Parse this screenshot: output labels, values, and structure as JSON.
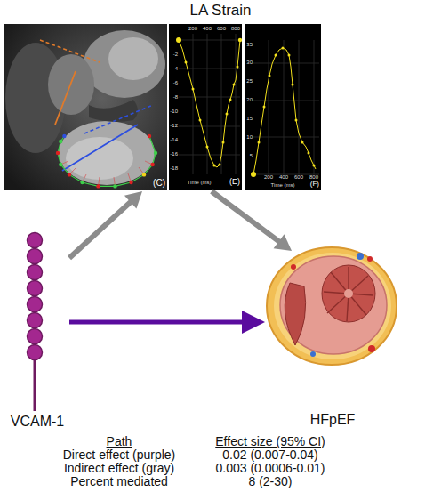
{
  "diagram": {
    "nodes": [
      {
        "text": [
          "LA Strain"
        ]
      },
      {
        "text": [
          "VCAM-1"
        ]
      },
      {
        "text": [
          "HFpEF"
        ]
      }
    ],
    "edges": [
      {
        "from": 1,
        "to": 0,
        "arrow": "to"
      },
      {
        "from": 0,
        "to": 2,
        "arrow": "to"
      },
      {
        "from": 1,
        "to": 2,
        "arrow": "to"
      }
    ],
    "labels": [
      "(C)",
      "200",
      "400",
      "600",
      "800",
      "Time (ms)",
      "-2",
      "-4",
      "-6",
      "-8",
      "-10",
      "-12",
      "-14",
      "-16",
      "-18",
      "(E)",
      "200",
      "400",
      "600",
      "800",
      "Time (ms)",
      "5",
      "10",
      "15",
      "20",
      "25",
      "30",
      "35",
      "(F)",
      "Path",
      "Effect size (95% CI)",
      "Direct effect (purple)",
      "0.02 (0.007-0.04)",
      "Indirect effect (gray)",
      "0.003 (0.0006-0.01)",
      "Percent mediated",
      "8 (2-30)"
    ]
  }
}
